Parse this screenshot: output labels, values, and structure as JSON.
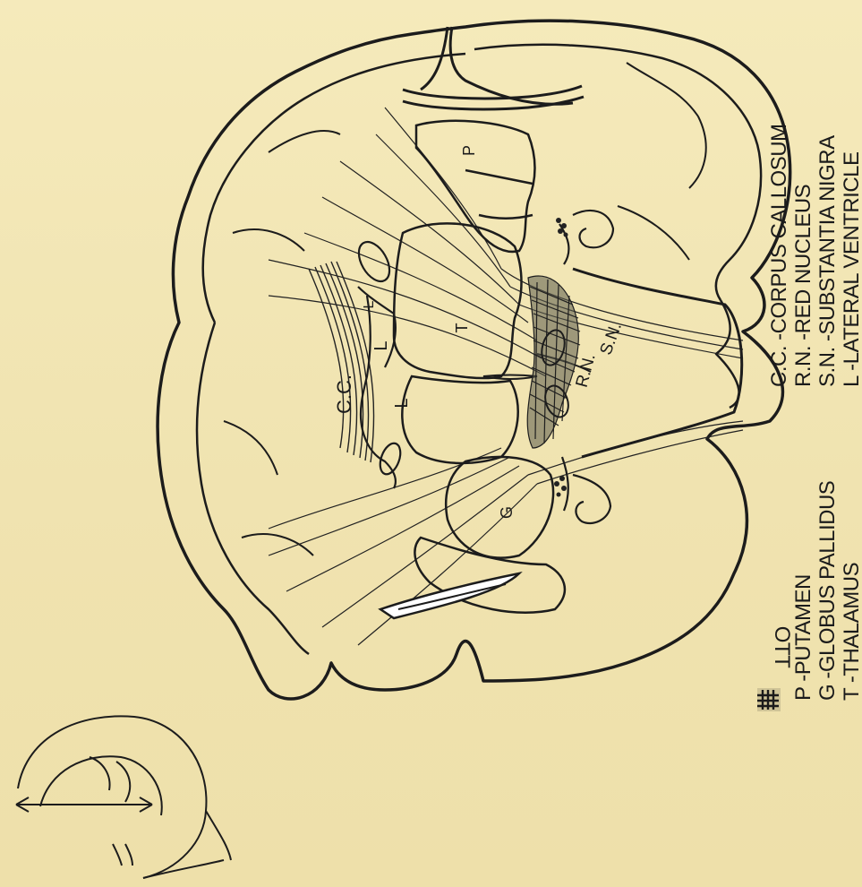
{
  "labels": {
    "cc": "C.C.",
    "l_upper": "L",
    "l_lower": "L",
    "l_small": "L",
    "t": "T",
    "p": "P",
    "g": "G",
    "rn": "R.N.",
    "sn": "S.N."
  },
  "legend": {
    "hash_symbol": "#",
    "hash_text": "OTT",
    "left_column": [
      "P -PUTAMEN",
      "G -GLOBUS PALLIDUS",
      "T -THALAMUS"
    ],
    "right_column": [
      "C.C. -CORPUS CALLOSUM",
      "R.N. -RED NUCLEUS",
      "S.N. -SUBSTANTIA NIGRA",
      "L -LATERAL VENTRICLE"
    ]
  },
  "inset": {
    "arrow_desc": "plane-of-section-arrow",
    "mark": "(​)"
  }
}
